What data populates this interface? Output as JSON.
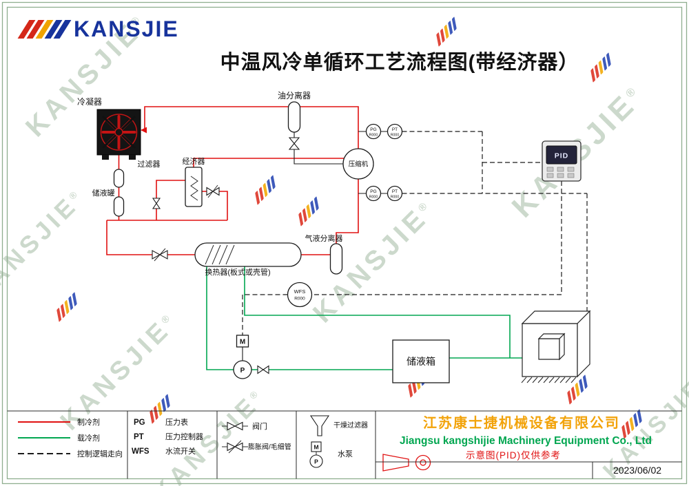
{
  "logo": {
    "text": "KANSJIE"
  },
  "watermark": {
    "text": "KANSJIE",
    "registered": "®"
  },
  "title": "中温风冷单循环工艺流程图(带经济器）",
  "colors": {
    "refrigerant": "#e01010",
    "coolant": "#00a650",
    "control_logic": "#1a1a1a",
    "company_cn": "#f2a30a",
    "company_en": "#00a650",
    "note": "#e01010",
    "logo_blue": "#17339c"
  },
  "diagram": {
    "condenser_label": "冷凝器",
    "oil_separator_label": "油分离器",
    "compressor_label": "压缩机",
    "filter_label": "过滤器",
    "economizer_label": "经济器",
    "receiver_label": "储液罐",
    "gas_liquid_separator_label": "气液分离器",
    "heat_exchanger_label": "换热器(板式或壳管)",
    "storage_tank_label": "储液箱",
    "pid_label": "PID",
    "wfs_line1": "WFS",
    "wfs_line2": "R000",
    "gauge_pg": "PG",
    "gauge_pt": "PT",
    "gauge_code": "R000",
    "motor_label": "M",
    "pump_label": "P"
  },
  "legend": {
    "refrigerant": "制冷剂",
    "coolant": "载冷剂",
    "control_logic": "控制逻辑走向",
    "pg_abbr": "PG",
    "pg_name": "压力表",
    "pt_abbr": "PT",
    "pt_name": "压力控制器",
    "wfs_abbr": "WFS",
    "wfs_name": "水流开关",
    "valve_name": "阀门",
    "expansion_name": "膨胀阀/毛细管",
    "dry_filter_name": "干燥过滤器",
    "pump_name": "水泵",
    "motor_label": "M",
    "pump_label": "P"
  },
  "footer": {
    "company_cn": "江苏康士捷机械设备有限公司",
    "company_en": "Jiangsu kangshijie Machinery Equipment Co., Ltd",
    "note": "示意图(PID)仅供参考",
    "date": "2023/06/02"
  }
}
